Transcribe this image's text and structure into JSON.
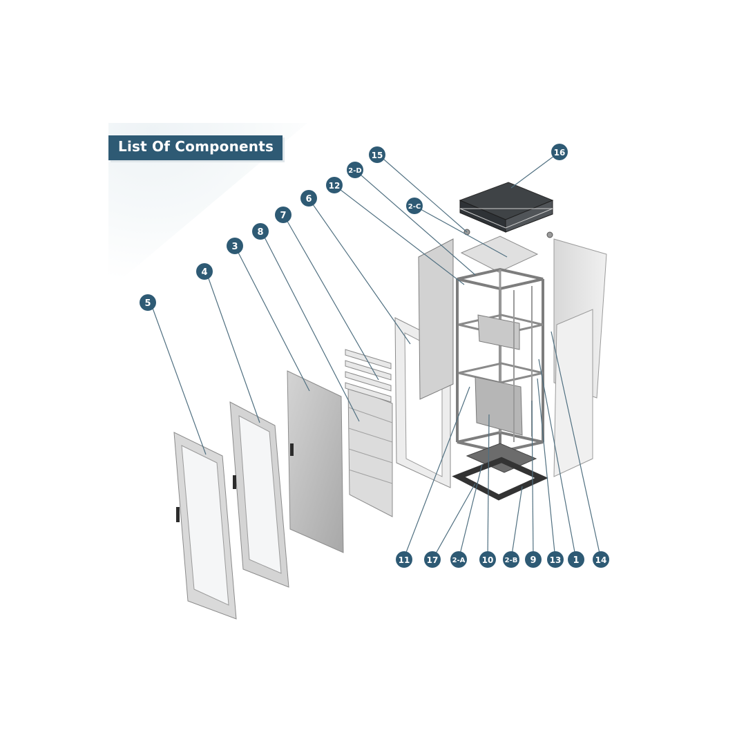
{
  "title": "List Of Components",
  "colors": {
    "callout_fill": "#2e5a74",
    "banner_fill": "#2e5a74",
    "panel_light": "#e6e6e6",
    "panel_mid": "#bdbdbd",
    "panel_dark": "#3c3c3c",
    "glass": "#f4f5f6"
  },
  "callouts": {
    "c5": "5",
    "c4": "4",
    "c3": "3",
    "c8": "8",
    "c7": "7",
    "c6": "6",
    "c12": "12",
    "c2D": "2-D",
    "c15": "15",
    "c2C": "2-C",
    "c16": "16",
    "c11": "11",
    "c17": "17",
    "c2A": "2-A",
    "c10": "10",
    "c2B": "2-B",
    "c9": "9",
    "c13": "13",
    "c1": "1",
    "c14": "14"
  }
}
